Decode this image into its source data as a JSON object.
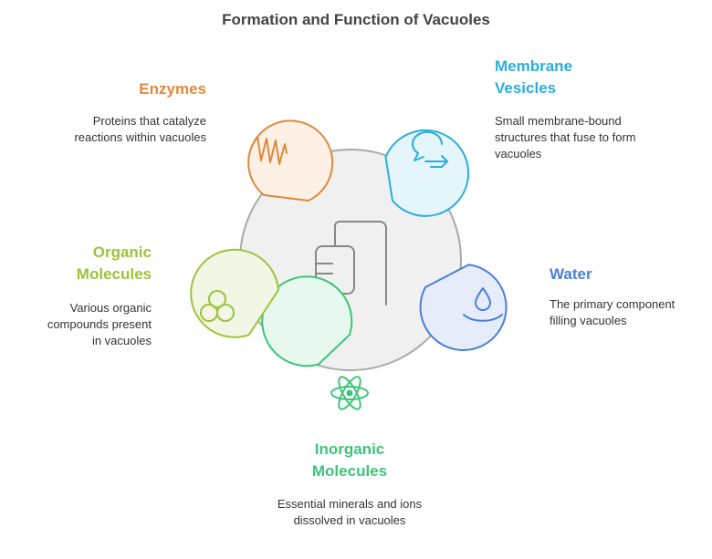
{
  "title": "Formation and Function of Vacuoles",
  "colors": {
    "enzymes": "#e0893a",
    "membrane_vesicles": "#2aaedc",
    "water": "#4a7fd9",
    "inorganic_molecules": "#3ec47a",
    "organic_molecules": "#9dc23c",
    "center": "#f0f0f0"
  },
  "items": {
    "enzymes": {
      "label": "Enzymes",
      "description": "Proteins that catalyze reactions within vacuoles",
      "icon": "protein-coil-icon"
    },
    "membrane_vesicles": {
      "label": "Membrane Vesicles",
      "description": "Small membrane-bound structures that fuse to form vacuoles",
      "icon": "speech-bubble-arrow-icon"
    },
    "water": {
      "label": "Water",
      "description": "The primary component filling vacuoles",
      "icon": "water-drop-icon"
    },
    "inorganic_molecules": {
      "label": "Inorganic Molecules",
      "description": "Essential minerals and ions dissolved in vacuoles",
      "icon": "atom-icon"
    },
    "organic_molecules": {
      "label": "Organic Molecules",
      "description": "Various organic compounds present in vacuoles",
      "icon": "three-circles-icon"
    }
  },
  "center_icon": "iv-bag-icon"
}
